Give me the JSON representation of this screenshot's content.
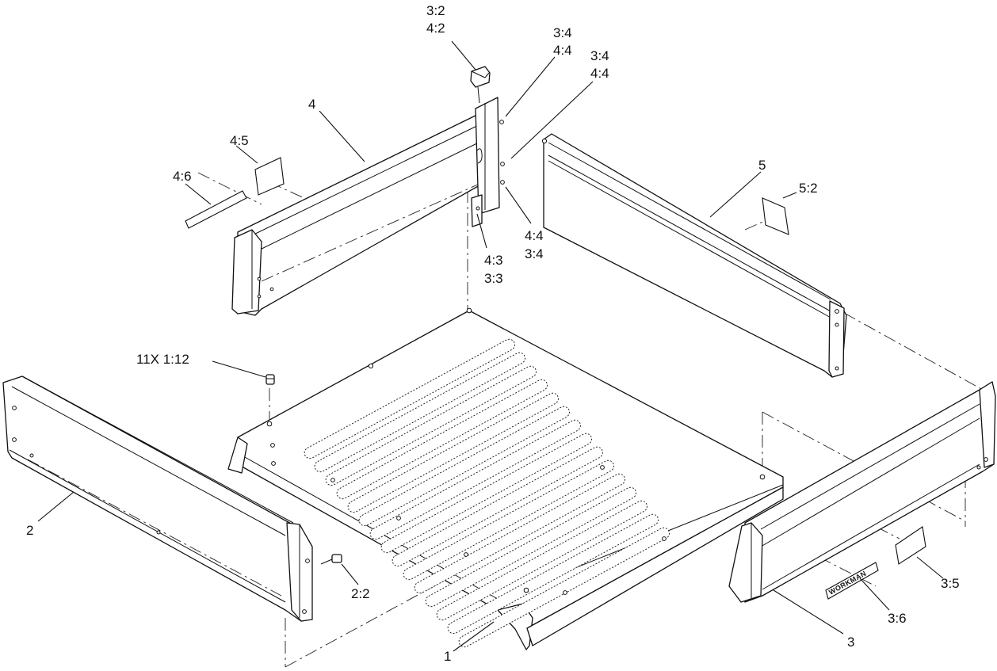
{
  "callouts": {
    "c_3_2": "3:2",
    "c_4_2": "4:2",
    "c_3_4_a": "3:4",
    "c_4_4_a": "4:4",
    "c_3_4_b": "3:4",
    "c_4_4_b": "4:4",
    "c_4": "4",
    "c_4_5": "4:5",
    "c_4_6": "4:6",
    "c_5": "5",
    "c_5_2": "5:2",
    "c_4_4_c": "4:4",
    "c_3_4_c": "3:4",
    "c_4_3": "4:3",
    "c_3_3": "3:3",
    "c_11x_1_12": "11X 1:12",
    "c_2": "2",
    "c_2_2": "2:2",
    "c_1": "1",
    "c_3": "3",
    "c_3_6": "3:6",
    "c_3_5": "3:5"
  },
  "logo_text": "WORKMAN"
}
